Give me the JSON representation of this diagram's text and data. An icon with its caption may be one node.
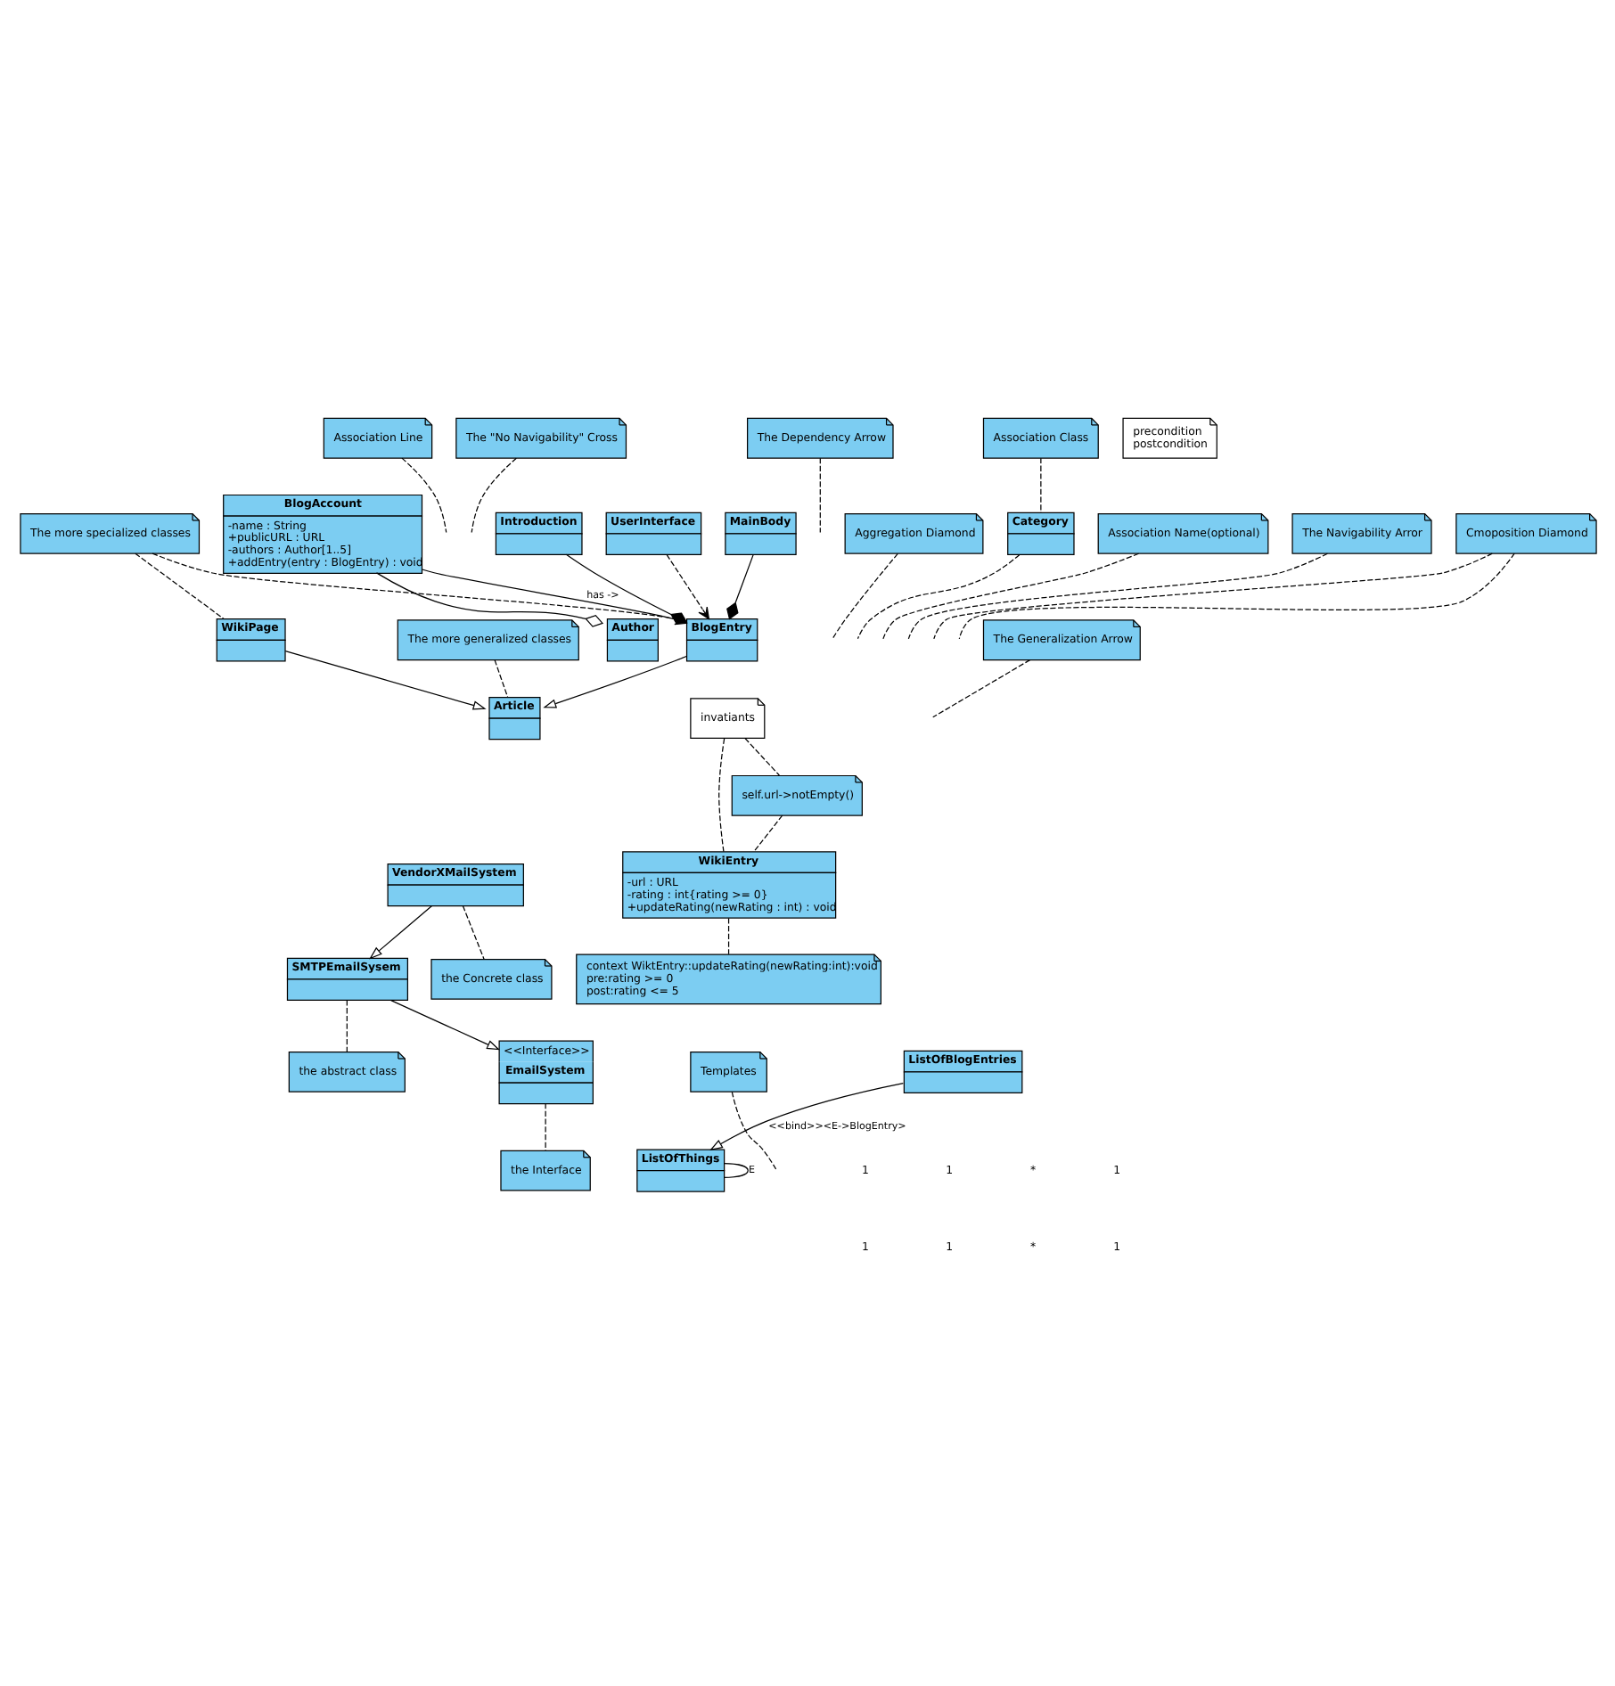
{
  "diagram": {
    "nodes": [
      {
        "text": [
          "Article"
        ]
      },
      {
        "text": [
          "The more generalized classes"
        ]
      },
      {
        "text": [
          "Association Line"
        ]
      },
      {
        "text": [
          "Association Name(optional)"
        ]
      },
      {
        "text": [
          "The \"No Navigability\" Cross"
        ]
      },
      {
        "text": [
          "The Navigability Arror"
        ]
      },
      {
        "text": [
          "WikiPage"
        ]
      },
      {
        "text": [
          "The Generalization Arrow"
        ]
      },
      {
        "text": [
          "The more specialized classes"
        ]
      },
      {
        "text": [
          "BlogAccount",
          "-name : String",
          "+publicURL : URL",
          "-authors : Author[1..5]",
          "+addEntry(entry : BlogEntry) : void"
        ]
      },
      {
        "text": [
          "BlogEntry"
        ]
      },
      {
        "text": [
          "Introduction"
        ]
      },
      {
        "text": [
          "Aggregation Diamond"
        ]
      },
      {
        "text": [
          "Category"
        ]
      },
      {
        "text": [
          "MainBody"
        ]
      },
      {
        "text": [
          "Cmoposition Diamond"
        ]
      },
      {
        "text": [
          "Author"
        ]
      },
      {
        "text": [
          "Association Class"
        ]
      },
      {
        "text": [
          "UserInterface"
        ]
      },
      {
        "text": [
          "The Dependency Arrow"
        ]
      },
      {
        "text": [
          "invatiants"
        ]
      },
      {
        "text": [
          "self.url->notEmpty()"
        ]
      },
      {
        "text": [
          "precondition",
          "postcondition"
        ]
      },
      {
        "text": [
          "WikiEntry",
          "-url : URL",
          "-rating : int{rating >= 0}",
          "+updateRating(newRating : int) : void"
        ]
      },
      {
        "text": [
          "context WiktEntry::updateRating(newRating:int):void",
          "pre:rating >= 0",
          "post:rating <= 5"
        ]
      },
      {
        "text": [
          "<<Interface>>",
          "EmailSystem"
        ]
      },
      {
        "text": [
          "the Interface"
        ]
      },
      {
        "text": [
          "Templates"
        ]
      },
      {
        "text": [
          "SMTPEmailSysem"
        ]
      },
      {
        "text": [
          "the abstract class"
        ]
      },
      {
        "text": [
          "ListOfThings"
        ]
      },
      {
        "text": [
          "VendorXMailSystem"
        ]
      },
      {
        "text": [
          "the Concrete class"
        ]
      },
      {
        "text": [
          "ListOfBlogEntries"
        ]
      }
    ],
    "edges": [
      {
        "from": 9,
        "to": 10,
        "arrow": "to",
        "label": "has ->"
      },
      {
        "from": 10,
        "to": 0,
        "arrow": "to"
      },
      {
        "from": 6,
        "to": 0,
        "arrow": "to"
      },
      {
        "from": 11,
        "to": 10,
        "arrow": "other"
      },
      {
        "from": 14,
        "to": 10,
        "arrow": "other"
      },
      {
        "from": 9,
        "to": 16,
        "arrow": "other"
      },
      {
        "from": 18,
        "to": 10,
        "arrow": "to",
        "style": "dashed"
      },
      {
        "from": 13,
        "to": null,
        "arrow": "none",
        "style": "dashed"
      },
      {
        "from": 1,
        "to": 0,
        "arrow": "none",
        "style": "dashed"
      },
      {
        "from": 2,
        "to": null,
        "arrow": "none",
        "style": "dashed"
      },
      {
        "from": 3,
        "to": null,
        "arrow": "none",
        "style": "dashed"
      },
      {
        "from": 4,
        "to": null,
        "arrow": "none",
        "style": "dashed"
      },
      {
        "from": 5,
        "to": null,
        "arrow": "none",
        "style": "dashed"
      },
      {
        "from": 7,
        "to": null,
        "arrow": "none",
        "style": "dashed"
      },
      {
        "from": 8,
        "to": 6,
        "arrow": "none",
        "style": "dashed"
      },
      {
        "from": 8,
        "to": 10,
        "arrow": "none",
        "style": "dashed"
      },
      {
        "from": 12,
        "to": null,
        "arrow": "none",
        "style": "dashed"
      },
      {
        "from": 15,
        "to": null,
        "arrow": "none",
        "style": "dashed"
      },
      {
        "from": 15,
        "to": null,
        "arrow": "none",
        "style": "dashed"
      },
      {
        "from": 17,
        "to": 13,
        "arrow": "none",
        "style": "dashed"
      },
      {
        "from": 19,
        "to": null,
        "arrow": "none",
        "style": "dashed"
      },
      {
        "from": 20,
        "to": 21,
        "arrow": "none",
        "style": "dashed"
      },
      {
        "from": 20,
        "to": 23,
        "arrow": "none",
        "style": "dashed"
      },
      {
        "from": 21,
        "to": 23,
        "arrow": "none",
        "style": "dashed"
      },
      {
        "from": 23,
        "to": 24,
        "arrow": "none",
        "style": "dashed"
      },
      {
        "from": 28,
        "to": 25,
        "arrow": "to"
      },
      {
        "from": 31,
        "to": 28,
        "arrow": "to"
      },
      {
        "from": 25,
        "to": 26,
        "arrow": "none",
        "style": "dashed"
      },
      {
        "from": 28,
        "to": 29,
        "arrow": "none",
        "style": "dashed"
      },
      {
        "from": 31,
        "to": 32,
        "arrow": "none",
        "style": "dashed"
      },
      {
        "from": 30,
        "to": 30,
        "arrow": "none",
        "label": "E"
      },
      {
        "from": 27,
        "to": null,
        "arrow": "none",
        "style": "dashed"
      },
      {
        "from": 33,
        "to": 30,
        "arrow": "to",
        "label": "<<bind>><E->BlogEntry>"
      }
    ],
    "labels": [
      "1",
      "*",
      "1",
      "1",
      "1",
      "*",
      "1",
      "1"
    ]
  }
}
